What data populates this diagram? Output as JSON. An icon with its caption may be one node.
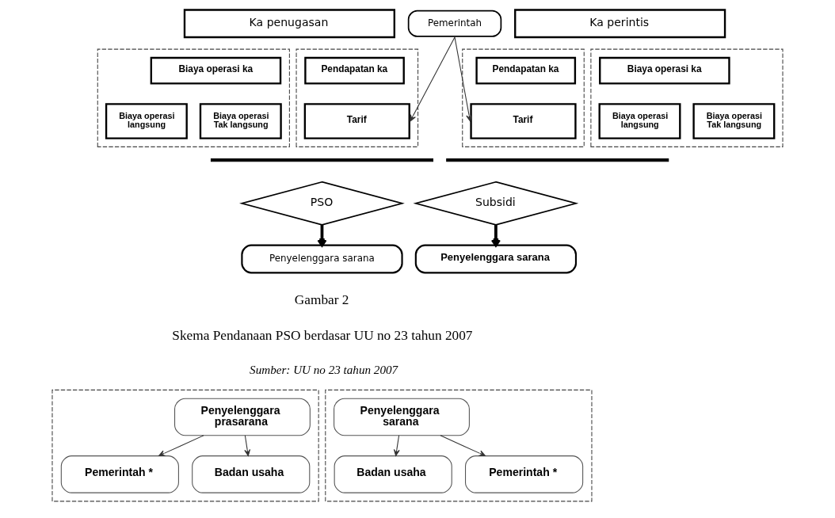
{
  "diagram": {
    "nodes": [
      {
        "text": [
          "Pemerintah"
        ]
      },
      {
        "text": [
          "Ka penugasan"
        ]
      },
      {
        "text": [
          "Ka perintis"
        ]
      },
      {
        "text": [],
        "shape": "box"
      },
      {
        "text": [
          "Biaya operasi ka"
        ],
        "in": 3
      },
      {
        "text": [
          "Biaya operasi langsung"
        ],
        "in": 3
      },
      {
        "text": [
          "Biaya operasi Tak langsung"
        ],
        "in": 3
      },
      {
        "text": [],
        "shape": "box"
      },
      {
        "text": [
          "Pendapatan ka"
        ],
        "in": 7
      },
      {
        "text": [
          "Tarif"
        ],
        "in": 7
      },
      {
        "text": [],
        "shape": "box"
      },
      {
        "text": [
          "Pendapatan ka"
        ],
        "in": 10
      },
      {
        "text": [
          "Tarif"
        ],
        "in": 10
      },
      {
        "text": [],
        "shape": "box"
      },
      {
        "text": [
          "Biaya operasi ka"
        ],
        "in": 13
      },
      {
        "text": [
          "Biaya operasi langsung"
        ],
        "in": 13
      },
      {
        "text": [
          "Biaya operasi Tak langsung"
        ],
        "in": 13
      },
      {
        "text": [],
        "shape": "bar"
      },
      {
        "text": [],
        "shape": "bar"
      },
      {
        "text": [
          "PSO"
        ]
      },
      {
        "text": [
          "Subsidi"
        ]
      },
      {
        "text": [
          "Penyelenggara sarana"
        ]
      },
      {
        "text": [
          "Penyelenggara sarana"
        ]
      },
      {
        "text": [],
        "shape": "box"
      },
      {
        "text": [
          "Penyelenggara prasarana"
        ],
        "in": 23
      },
      {
        "text": [
          "Pemerintah *"
        ],
        "in": 23
      },
      {
        "text": [
          "Badan usaha"
        ],
        "in": 23
      },
      {
        "text": [],
        "shape": "box"
      },
      {
        "text": [
          "Penyelenggara sarana"
        ],
        "in": 27
      },
      {
        "text": [
          "Badan usaha"
        ],
        "in": 27
      },
      {
        "text": [
          "Pemerintah *"
        ],
        "in": 27
      }
    ],
    "edges": [
      {
        "from": 0,
        "to": 9,
        "arrow": "to"
      },
      {
        "from": 0,
        "to": 12,
        "arrow": "to"
      },
      {
        "from": 19,
        "to": 21,
        "arrow": "to",
        "style": "thick"
      },
      {
        "from": 20,
        "to": 22,
        "arrow": "to",
        "style": "thick"
      },
      {
        "from": 24,
        "to": 25,
        "arrow": "to"
      },
      {
        "from": 24,
        "to": 26,
        "arrow": "to"
      },
      {
        "from": 28,
        "to": 29,
        "arrow": "to"
      },
      {
        "from": 28,
        "to": 30,
        "arrow": "to"
      }
    ],
    "labels": [
      "Gambar 2",
      "Skema Pendanaan PSO berdasar UU no 23 tahun 2007",
      "Sumber: UU no 23 tahun 2007"
    ]
  }
}
